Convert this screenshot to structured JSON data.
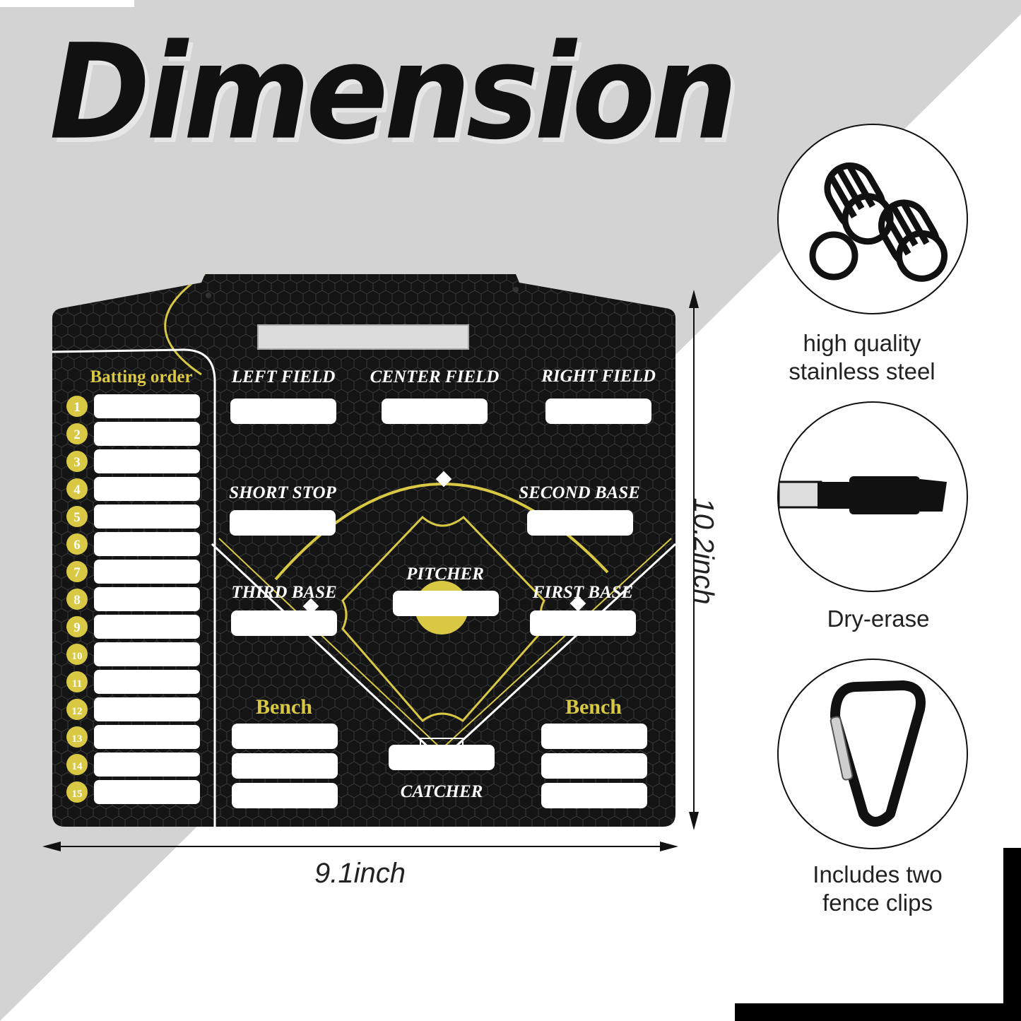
{
  "title": "Dimension",
  "dimensions": {
    "width": "9.1inch",
    "height": "10.2inch"
  },
  "board": {
    "batting_title": "Batting order",
    "batting_numbers": [
      "1",
      "2",
      "3",
      "4",
      "5",
      "6",
      "7",
      "8",
      "9",
      "10",
      "11",
      "12",
      "13",
      "14",
      "15"
    ],
    "positions": {
      "left_field": "LEFT FIELD",
      "center_field": "CENTER FIELD",
      "right_field": "RIGHT FIELD",
      "short_stop": "SHORT STOP",
      "second_base": "SECOND BASE",
      "pitcher": "PITCHER",
      "third_base": "THIRD BASE",
      "first_base": "FIRST BASE",
      "catcher": "CATCHER"
    },
    "bench_left": "Bench",
    "bench_right": "Bench"
  },
  "features": [
    {
      "icon": "steel-rods-icon",
      "label_lines": [
        "high quality",
        "stainless steel"
      ]
    },
    {
      "icon": "dry-erase-marker-icon",
      "label_lines": [
        "Dry-erase"
      ]
    },
    {
      "icon": "carabiner-clip-icon",
      "label_lines": [
        "Includes two",
        "fence clips"
      ]
    }
  ],
  "colors": {
    "board": "#141414",
    "accent": "#d9c843",
    "background_gray": "#d3d3d3"
  }
}
